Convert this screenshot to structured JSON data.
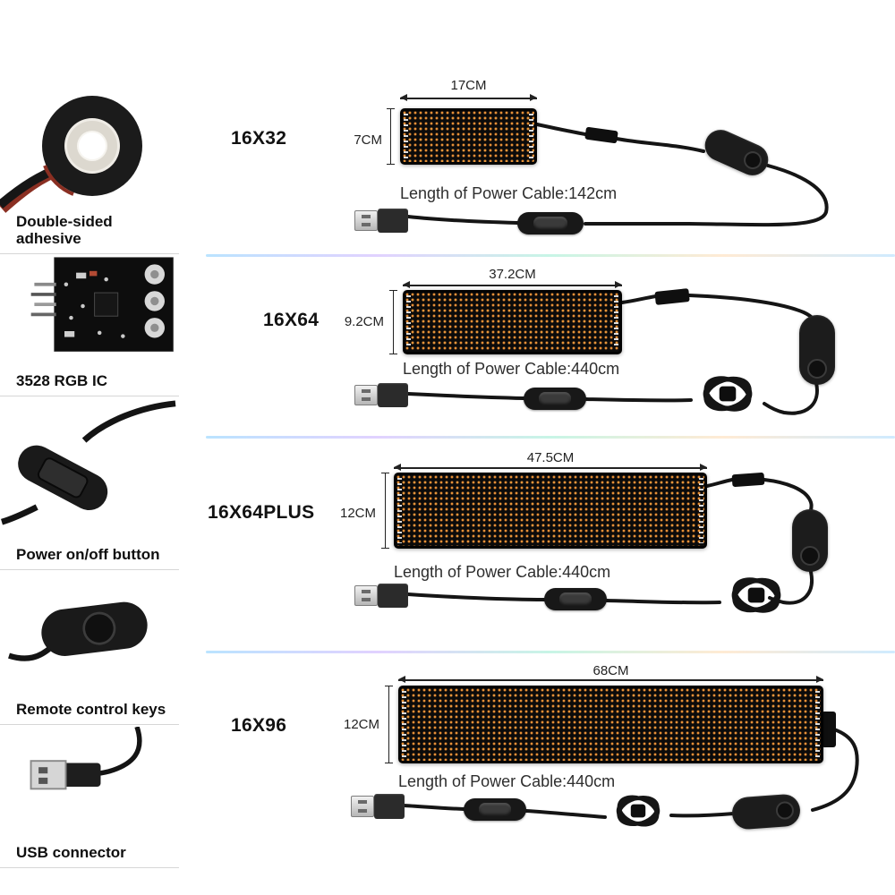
{
  "sidebar": {
    "items": [
      {
        "label": "Double-sided adhesive",
        "icon": "tape-roll-photo"
      },
      {
        "label": "3528 RGB IC",
        "icon": "circuit-board-photo"
      },
      {
        "label": "Power on/off button",
        "icon": "inline-switch-photo"
      },
      {
        "label": "Remote control keys",
        "icon": "controller-photo"
      },
      {
        "label": "USB connector",
        "icon": "usb-plug-photo"
      }
    ]
  },
  "rows": [
    {
      "model": "16X32",
      "width": "17CM",
      "height": "7CM",
      "cable": "Length of Power Cable:142cm"
    },
    {
      "model": "16X64",
      "width": "37.2CM",
      "height": "9.2CM",
      "cable": "Length of Power Cable:440cm"
    },
    {
      "model": "16X64PLUS",
      "width": "47.5CM",
      "height": "12CM",
      "cable": "Length of Power Cable:440cm"
    },
    {
      "model": "16X96",
      "width": "68CM",
      "height": "12CM",
      "cable": "Length of Power Cable:440cm"
    }
  ],
  "colors": {
    "led": "#ffa23e",
    "panel": "#0b0b0b",
    "text": "#2e2e2e",
    "divider_tint": "#bfe0ff"
  }
}
